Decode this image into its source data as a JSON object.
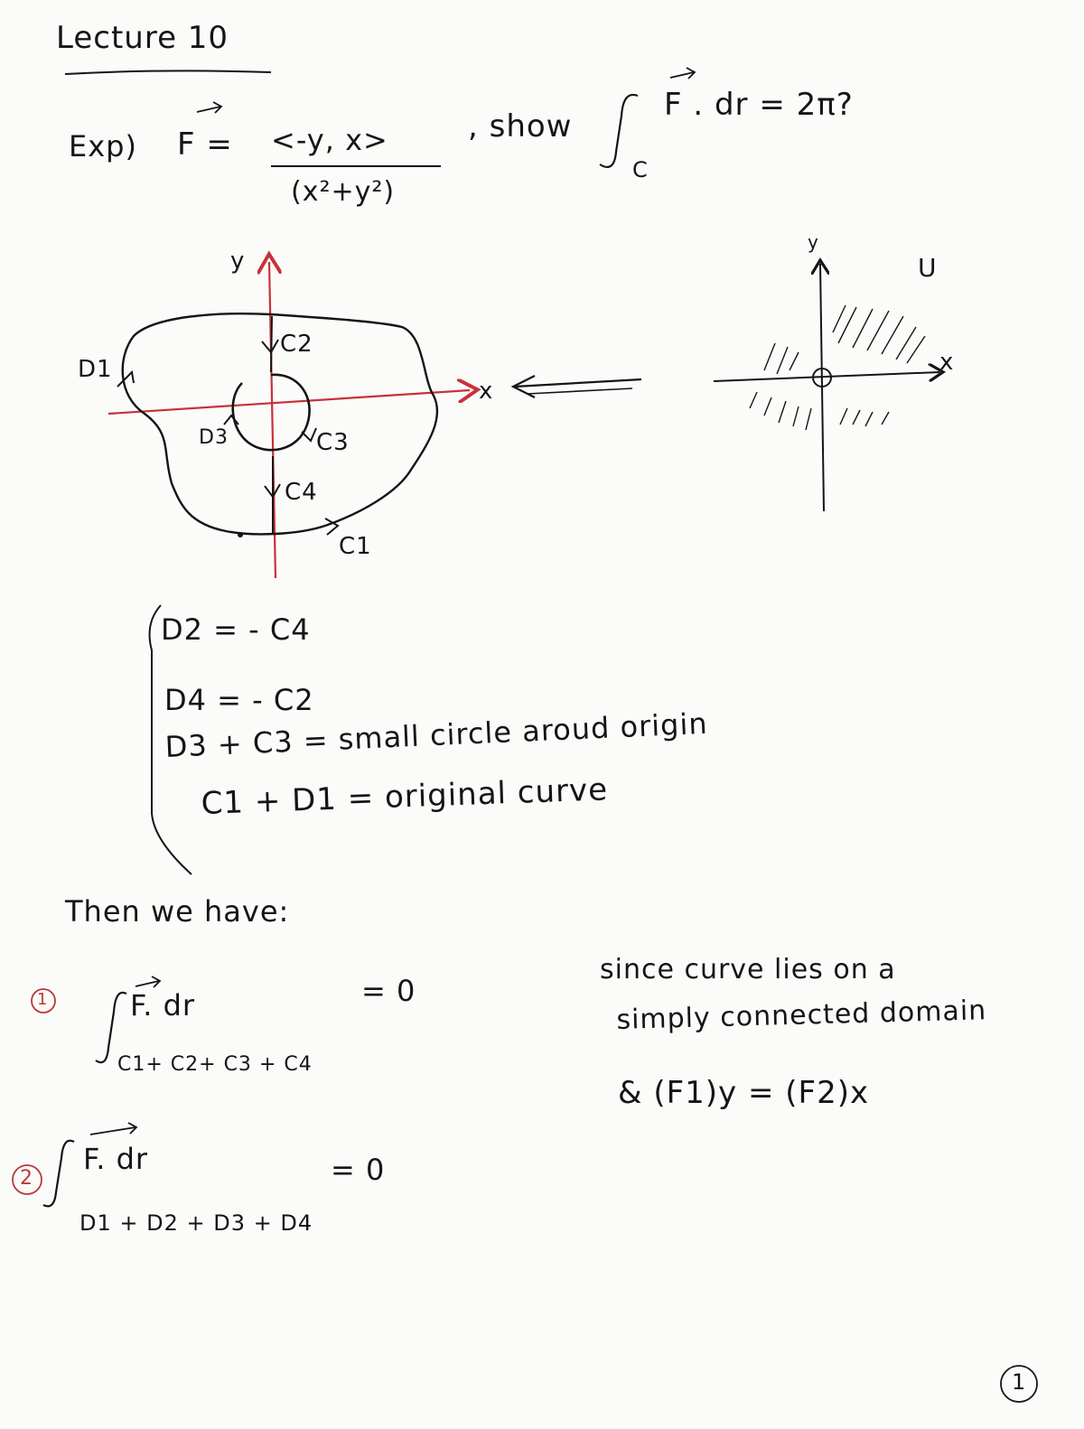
{
  "page": {
    "title": "Lecture 10",
    "page_number": "1"
  },
  "example": {
    "prefix": "Exp)",
    "field_lhs": "F =",
    "numerator": "<-y, x>",
    "denominator": "(x²+y²)",
    "show_word": ", show",
    "integral_expr": "F . dr = 2π?",
    "integral_sub": "C"
  },
  "figure_left": {
    "axis_x": "x",
    "axis_y": "y",
    "labels": {
      "D1": "D1",
      "C2": "C2",
      "D3": "D3",
      "C3": "C3",
      "C4": "C4",
      "C1": "C1"
    }
  },
  "figure_right": {
    "axis_x": "x",
    "axis_y": "y",
    "region": "U"
  },
  "relations": [
    "D2 = - C4",
    "D4 = - C2",
    "D3 + C3 = small circle aroud origin",
    "C1 + D1 = original curve"
  ],
  "then_text": "Then we have:",
  "results": [
    {
      "num": "1",
      "integrand": "F. dr",
      "path": "C1+ C2+ C3 + C4",
      "equals": "= 0"
    },
    {
      "num": "2",
      "integrand": "F. dr",
      "path": "D1 + D2 + D3 + D4",
      "equals": "= 0"
    }
  ],
  "reason": [
    "since curve lies on a",
    "simply connected domain",
    "& (F1)y = (F2)x"
  ],
  "colors": {
    "ink": "#151515",
    "red_axis": "#c8313a",
    "red_circle": "#b83a3a"
  }
}
